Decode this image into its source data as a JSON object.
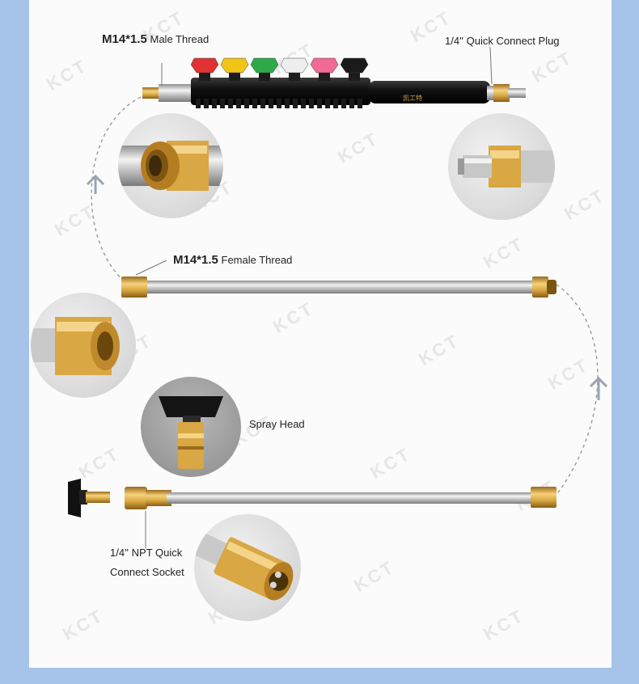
{
  "labels": {
    "male_thread_spec": "M14*1.5",
    "male_thread_text": "Male Thread",
    "quick_connect_plug": "1/4'' Quick Connect Plug",
    "female_thread_spec": "M14*1.5",
    "female_thread_text": "Female Thread",
    "spray_head": "Spray Head",
    "npt_line1": "1/4'' NPT Quick",
    "npt_line2": "Connect Socket"
  },
  "watermark": "KCT",
  "nozzle_colors": [
    "#e03232",
    "#f2c416",
    "#2fa84a",
    "#eeeeee",
    "#f06a94",
    "#1a1a1a"
  ],
  "colors": {
    "brass": "#d9a743",
    "steel": "#b8b8b8",
    "background": "#a6c3ea"
  }
}
